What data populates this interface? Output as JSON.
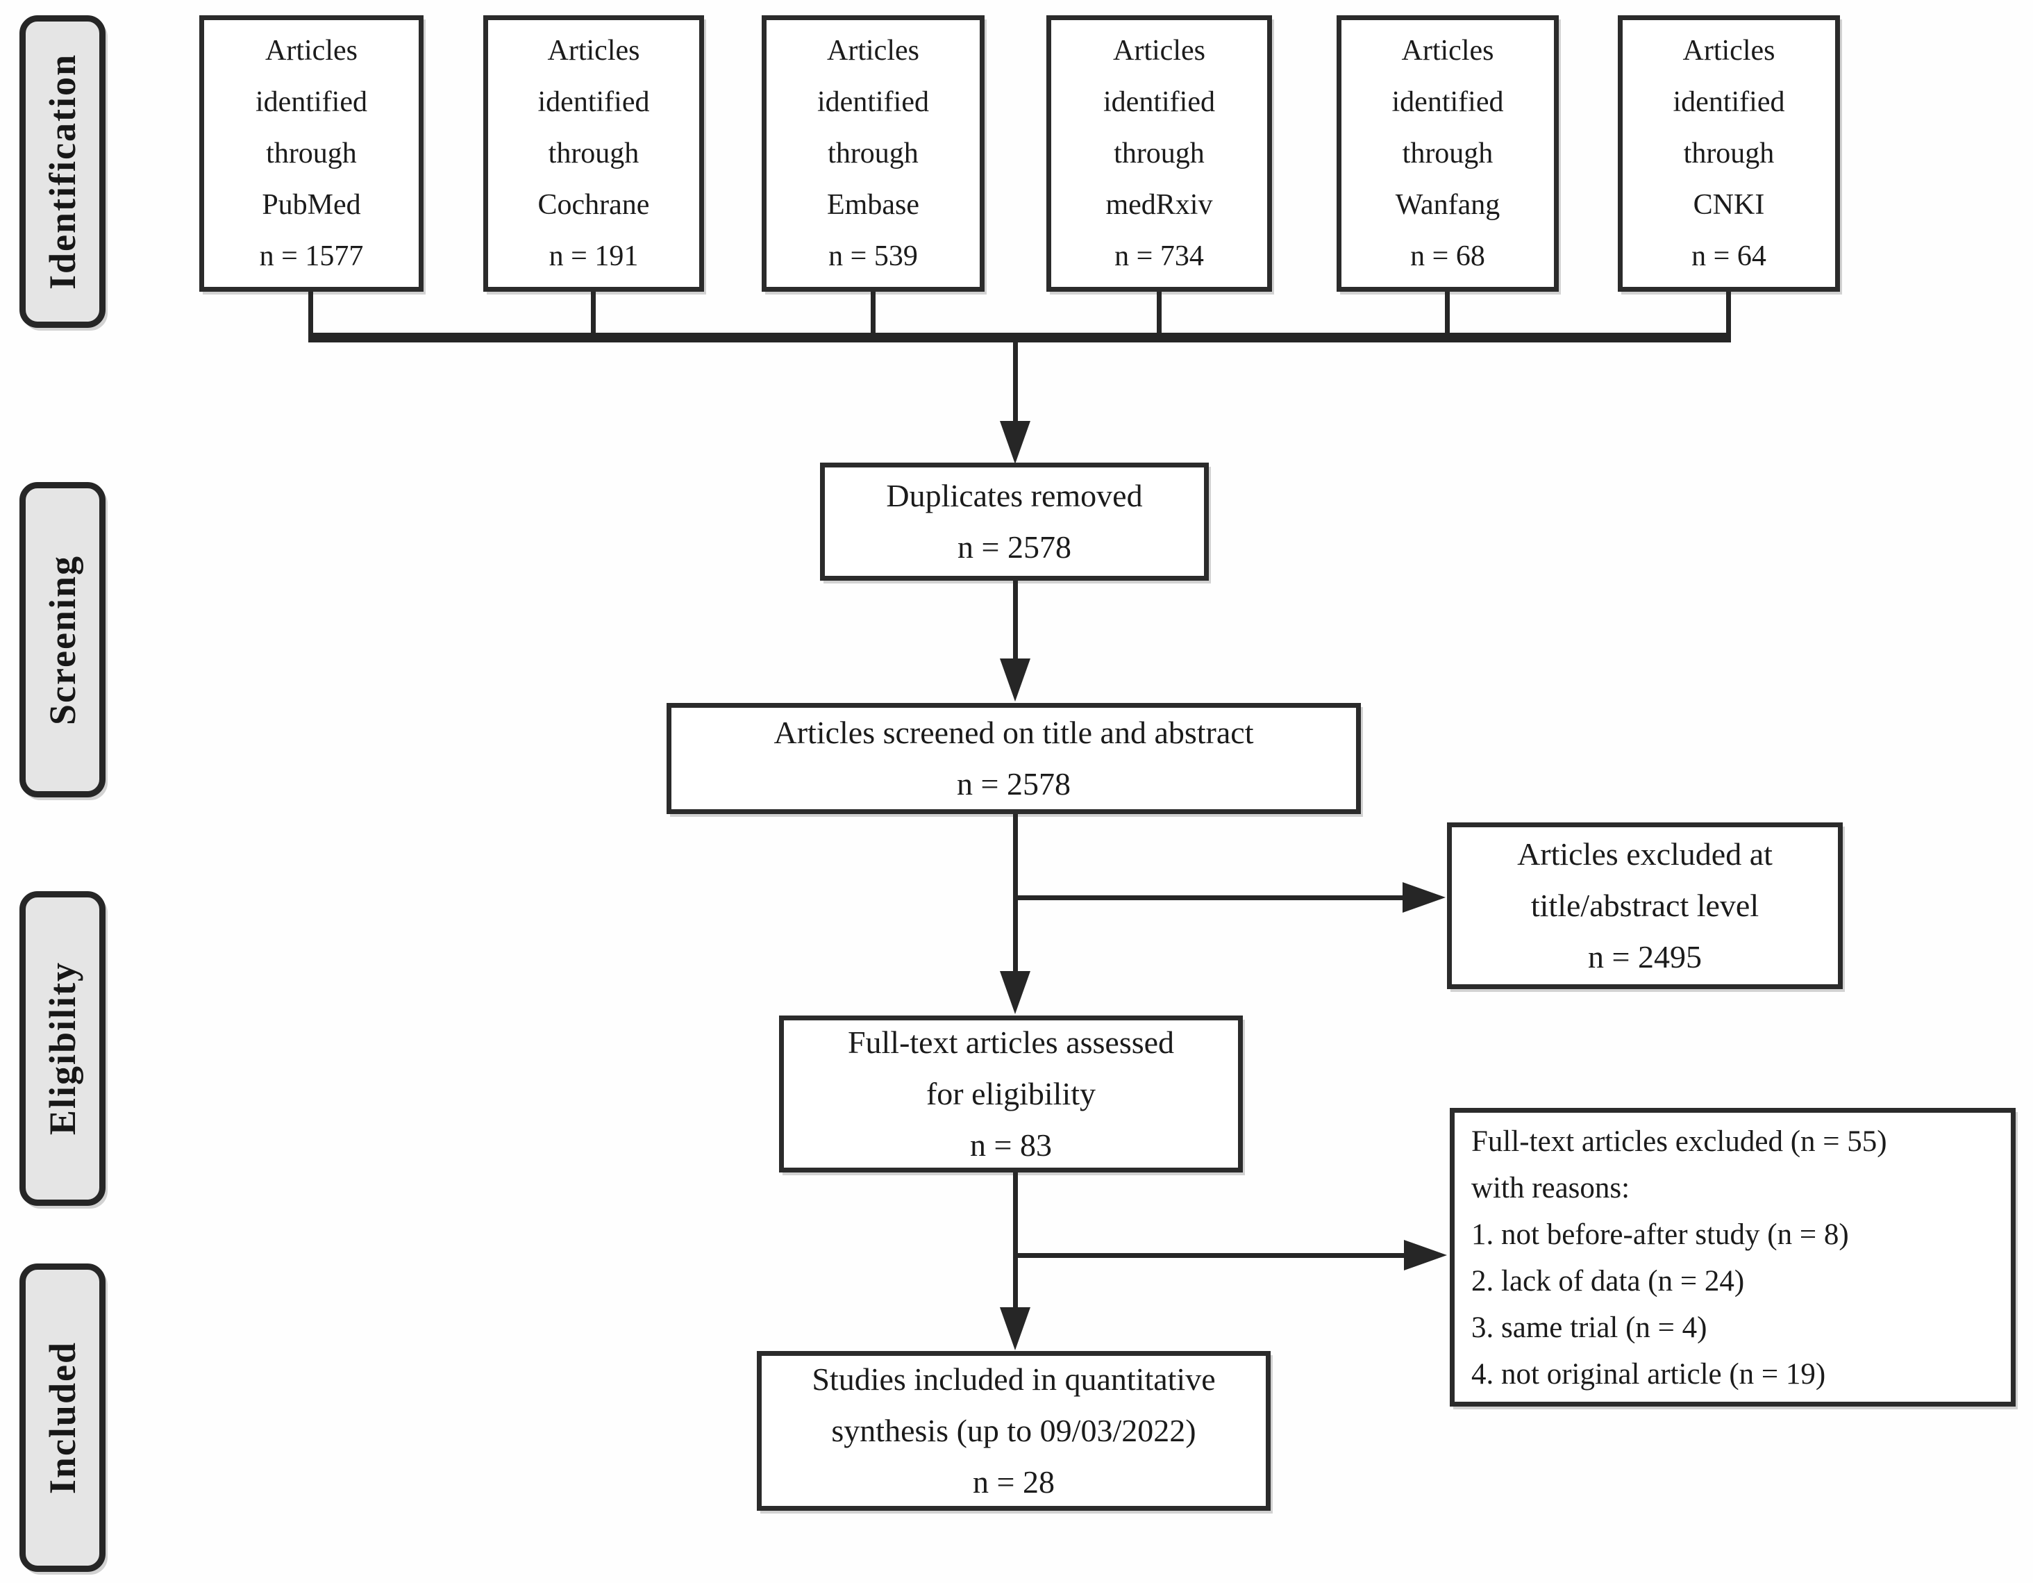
{
  "colors": {
    "box_border": "#2b2b2b",
    "line": "#262626",
    "label_fill": "#e5e5e5",
    "text": "#1b1b1b",
    "background": "#ffffff"
  },
  "side_labels": {
    "identification": "Identification",
    "screening": "Screening",
    "eligibility": "Eligibility",
    "included": "Included"
  },
  "sources": [
    {
      "db": "PubMed",
      "count": 1577,
      "text": "Articles\nidentified\nthrough\nPubMed\nn = 1577"
    },
    {
      "db": "Cochrane",
      "count": 191,
      "text": "Articles\nidentified\nthrough\nCochrane\nn = 191"
    },
    {
      "db": "Embase",
      "count": 539,
      "text": "Articles\nidentified\nthrough\nEmbase\nn = 539"
    },
    {
      "db": "medRxiv",
      "count": 734,
      "text": "Articles\nidentified\nthrough\nmedRxiv\nn = 734"
    },
    {
      "db": "Wanfang",
      "count": 68,
      "text": "Articles\nidentified\nthrough\nWanfang\nn = 68"
    },
    {
      "db": "CNKI",
      "count": 64,
      "text": "Articles\nidentified\nthrough\nCNKI\nn = 64"
    }
  ],
  "nodes": {
    "duplicates_removed": "Duplicates removed\nn = 2578",
    "screened": "Articles screened on title and abstract\nn = 2578",
    "excluded_title_abstract": "Articles excluded at\ntitle/abstract level\nn = 2495",
    "fulltext_assessed": "Full-text articles assessed\nfor eligibility\nn = 83",
    "fulltext_excluded": "Full-text articles excluded (n = 55)\nwith reasons:\n1. not before-after study (n = 8)\n2. lack of data (n = 24)\n3. same trial (n = 4)\n4. not original article (n = 19)",
    "included_quantitative": "Studies included in quantitative\nsynthesis (up to 09/03/2022)\nn = 28"
  },
  "counts": {
    "pubmed": 1577,
    "cochrane": 191,
    "embase": 539,
    "medrxiv": 734,
    "wanfang": 68,
    "cnki": 64,
    "duplicates_removed": 2578,
    "screened": 2578,
    "excluded_title_abstract": 2495,
    "fulltext_assessed": 83,
    "fulltext_excluded": 55,
    "reasons": {
      "not_before_after_study": 8,
      "lack_of_data": 24,
      "same_trial": 4,
      "not_original_article": 19
    },
    "included_quantitative": 28,
    "search_cutoff_date": "09/03/2022"
  }
}
